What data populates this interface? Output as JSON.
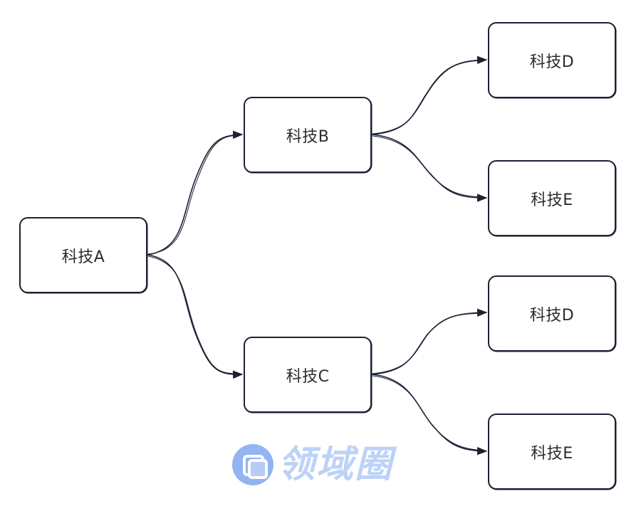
{
  "diagram": {
    "nodes": {
      "a": "科技A",
      "b": "科技B",
      "c": "科技C",
      "d1": "科技D",
      "e1": "科技E",
      "d2": "科技D",
      "e2": "科技E"
    },
    "edges": [
      {
        "from": "a",
        "to": "b"
      },
      {
        "from": "a",
        "to": "c"
      },
      {
        "from": "b",
        "to": "d1"
      },
      {
        "from": "b",
        "to": "e1"
      },
      {
        "from": "c",
        "to": "d2"
      },
      {
        "from": "c",
        "to": "e2"
      }
    ],
    "stroke_color": "#1c2133"
  },
  "watermark": {
    "text": "领域圈",
    "color": "#a7c4f5",
    "icon": "overlapping-squares-icon"
  }
}
